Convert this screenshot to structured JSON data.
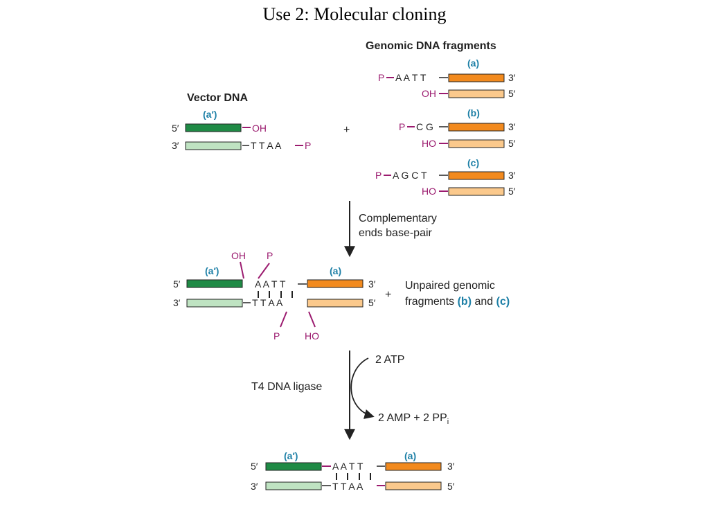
{
  "title": "Use 2:  Molecular cloning",
  "diagram": {
    "vector_heading": "Vector DNA",
    "genomic_heading": "Genomic DNA fragments",
    "labels": {
      "a_prime": "(a′)",
      "a": "(a)",
      "b": "(b)",
      "c": "(c)"
    },
    "ends": {
      "five": "5′",
      "three": "3′"
    },
    "groups": {
      "oh": "OH",
      "ho": "HO",
      "p": "P"
    },
    "sequences": {
      "vector_overhang": "T T A A",
      "frag_a": "A A T T",
      "frag_b": "C G",
      "frag_c": "A G C T",
      "paired_top": "A A T T",
      "paired_bottom": "T T A A",
      "ligated_top": "A A T T",
      "ligated_bottom": "T T A A"
    },
    "plus": "+",
    "step1": {
      "line1": "Complementary",
      "line2": "ends base-pair"
    },
    "unpaired": {
      "line1": "Unpaired genomic",
      "line2_prefix": "fragments",
      "b": "(b)",
      "and": "and",
      "c": "(c)"
    },
    "step2": {
      "enzyme": "T4 DNA ligase",
      "atp": "2 ATP",
      "products": "2 AMP + 2 PP",
      "products_subscript": "i"
    },
    "colors": {
      "vector_top": "#1f8a45",
      "vector_bottom": "#bfe3c2",
      "genomic_top": "#f28a1e",
      "genomic_bottom": "#fbc98c",
      "label_blue": "#1c7fa6",
      "phosphate_magenta": "#9b1b6f"
    }
  }
}
